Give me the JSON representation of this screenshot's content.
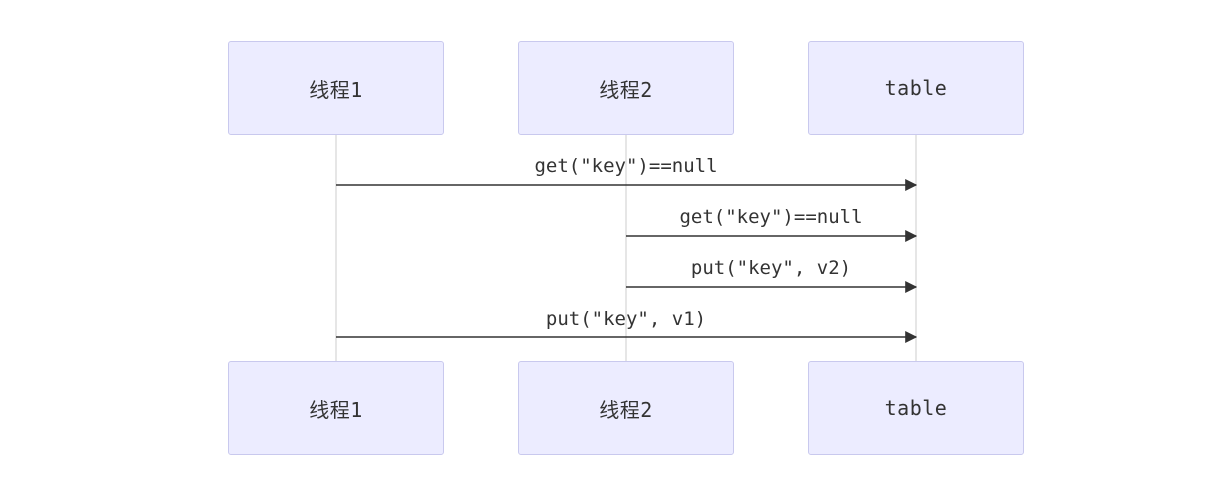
{
  "participants": [
    {
      "id": "t1",
      "label": "线程1"
    },
    {
      "id": "t2",
      "label": "线程2"
    },
    {
      "id": "table",
      "label": "table"
    }
  ],
  "messages": [
    {
      "from": "t1",
      "to": "table",
      "text": "get(\"key\")==null"
    },
    {
      "from": "t2",
      "to": "table",
      "text": "get(\"key\")==null"
    },
    {
      "from": "t2",
      "to": "table",
      "text": "put(\"key\", v2)"
    },
    {
      "from": "t1",
      "to": "table",
      "text": "put(\"key\", v1)"
    }
  ],
  "colors": {
    "actor_fill": "#ececff",
    "actor_border": "#c9c9ee",
    "lifeline": "#cccccc",
    "arrow": "#333333",
    "text": "#333333"
  }
}
